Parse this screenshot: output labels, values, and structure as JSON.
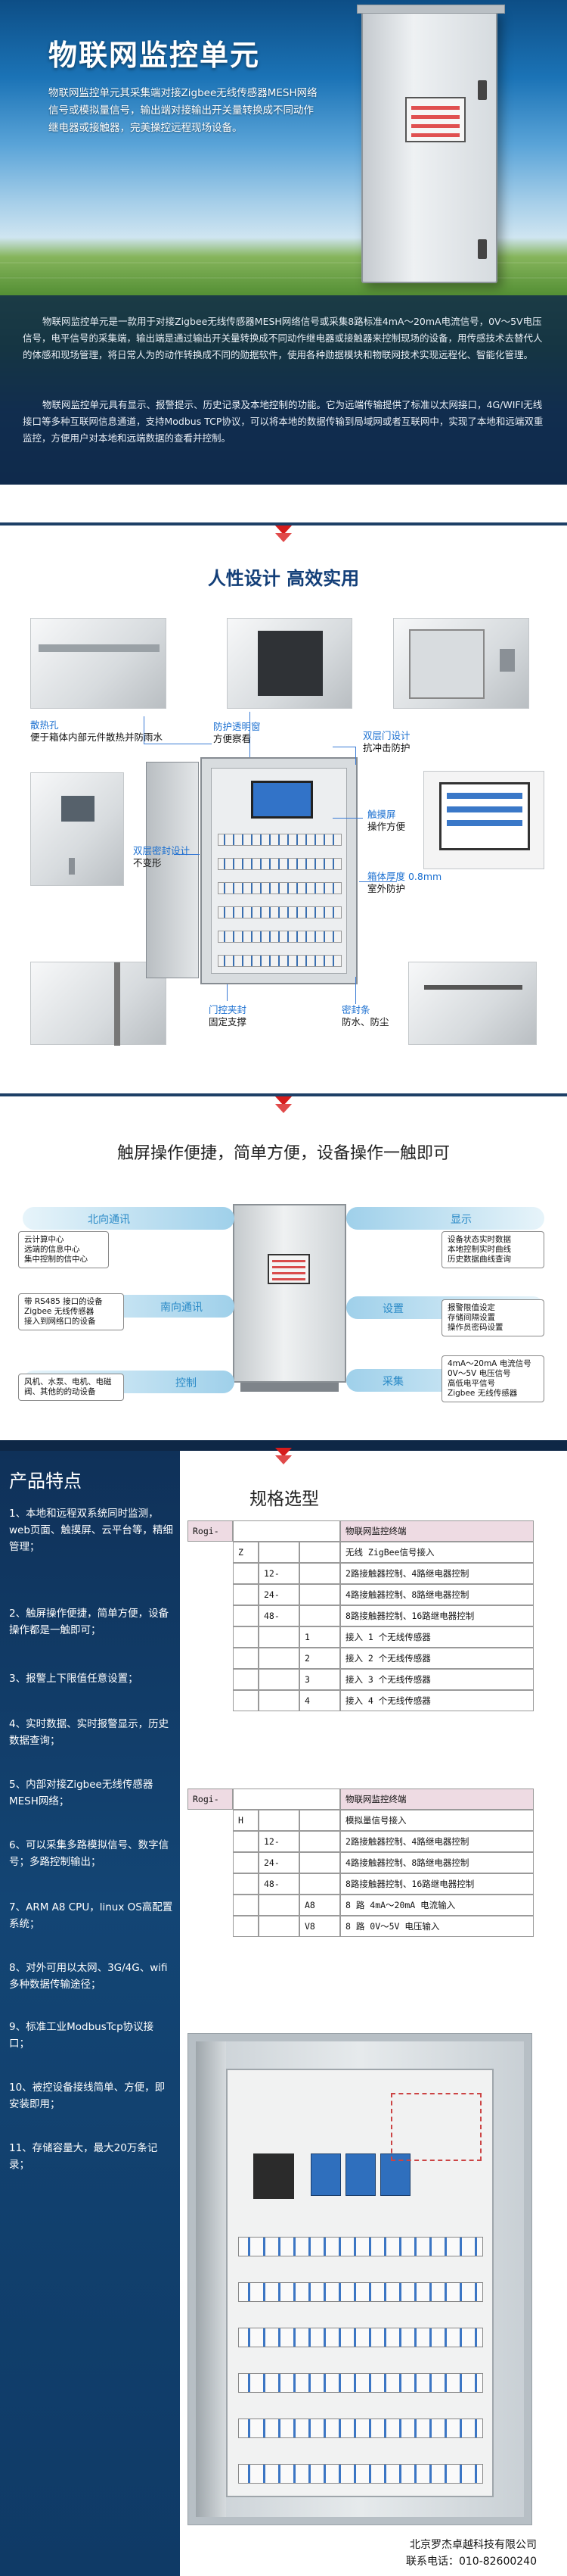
{
  "hero": {
    "title": "物联网监控单元",
    "lead": "物联网监控单元其采集端对接Zigbee无线传感器MESH网络信号或模拟量信号，输出端对接输出开关量转换成不同动作继电器或接触器，完美操控远程现场设备。",
    "intro": [
      "物联网监控单元是一款用于对接Zigbee无线传感器MESH网络信号或采集8路标准4mA～20mA电流信号，0V～5V电压信号，电平信号的采集端，输出端是通过输出开关量转换成不同动作继电器或接触器来控制现场的设备，用传感技术去替代人的体感和现场管理，将日常人为的动作转换成不同的勋据软件，使用各种勋据模块和物联网技术实现远程化、智能化管理。",
      "物联网监控单元具有显示、报警提示、历史记录及本地控制的功能。它为远端传输提供了标准以太网接口，4G/WIFI无线接口等多种互联网信息通道，支持Modbus TCP协议，可以将本地的数据传输到局域网或者互联网中，实现了本地和远端双重监控，方便用户对本地和远端数据的查看并控制。"
    ]
  },
  "design": {
    "title": "人性设计  高效实用",
    "callouts": {
      "vent": {
        "title": "散热孔",
        "desc": "便于箱体内部元件散热并防雨水"
      },
      "window": {
        "title": "防护透明窗",
        "desc": "方便察看"
      },
      "lock": {
        "title": "双层门设计",
        "desc": "抗冲击防护"
      },
      "touch": {
        "title": "触摸屏",
        "desc": "操作方便"
      },
      "door": {
        "title": "双层密封设计",
        "desc": "不变形"
      },
      "shell": {
        "title": "箱体厚度 0.8mm",
        "desc": "室外防护"
      },
      "clamp": {
        "title": "门控夹封",
        "desc": "固定支撑"
      },
      "seal": {
        "title": "密封条",
        "desc": "防水、防尘"
      }
    }
  },
  "touch": {
    "title": "触屏操作便捷，简单方便，设备操作一触即可",
    "labels": {
      "north": "北向通讯",
      "display": "显示",
      "south": "南向通讯",
      "setting": "设置",
      "control": "控制",
      "collect": "采集"
    },
    "boxes": {
      "cloud": [
        "云计算中心",
        "远端的信息中心",
        "集中控制的信中心"
      ],
      "rs485": [
        "带 RS485 接口的设备",
        "Zigbee 无线传感器",
        "接入到网络口的设备"
      ],
      "ctrl": [
        "风机、水泵、电机、电磁阀、其他的的动设备"
      ],
      "disp": [
        "设备状态实时数据",
        "本地控制实时曲线",
        "历史数据曲线查询"
      ],
      "set": [
        "报警限值设定",
        "存储间隔设置",
        "操作员密码设置"
      ],
      "coll": [
        "4mA～20mA 电流信号",
        "0V～5V 电压信号",
        "高低电平信号",
        "Zigbee 无线传感器"
      ]
    }
  },
  "features": {
    "title": "产品特点",
    "items": [
      "1、本地和远程双系统同时监测，web页面、触摸屏、云平台等，精细管理；",
      "2、触屏操作便捷，简单方便，设备操作都是一触即可；",
      "3、报警上下限值任意设置；",
      "4、实时数据、实时报警显示，历史数据查询；",
      "5、内部对接Zigbee无线传感器MESH网络；",
      "6、可以采集多路模拟信号、数字信号；多路控制输出；",
      "7、ARM A8 CPU，linux OS高配置系统；",
      "8、对外可用以太网、3G/4G、wifi多种数据传输途径；",
      "9、标准工业ModbusTcp协议接口；",
      "10、被控设备接线简单、方便，即安装即用；",
      "11、存储容量大，最大20万条记录；"
    ]
  },
  "spec": {
    "title": "规格选型",
    "table1": {
      "code": "Rogi-",
      "name": "物联网监控终端",
      "rows": [
        {
          "c2": "Z",
          "c3": "",
          "c4": "",
          "desc": "无线 ZigBee信号接入"
        },
        {
          "c2": "",
          "c3": "12-",
          "c4": "",
          "desc": "2路接触器控制、4路继电器控制"
        },
        {
          "c2": "",
          "c3": "24-",
          "c4": "",
          "desc": "4路接触器控制、8路继电器控制"
        },
        {
          "c2": "",
          "c3": "48-",
          "c4": "",
          "desc": "8路接触器控制、16路继电器控制"
        },
        {
          "c2": "",
          "c3": "",
          "c4": "1",
          "desc": "接入 1 个无线传感器"
        },
        {
          "c2": "",
          "c3": "",
          "c4": "2",
          "desc": "接入 2 个无线传感器"
        },
        {
          "c2": "",
          "c3": "",
          "c4": "3",
          "desc": "接入 3 个无线传感器"
        },
        {
          "c2": "",
          "c3": "",
          "c4": "4",
          "desc": "接入 4 个无线传感器"
        }
      ]
    },
    "table2": {
      "code": "Rogi-",
      "name": "物联网监控终端",
      "rows": [
        {
          "c2": "H",
          "c3": "",
          "c4": "",
          "desc": "模拟量信号接入"
        },
        {
          "c2": "",
          "c3": "12-",
          "c4": "",
          "desc": "2路接触器控制、4路继电器控制"
        },
        {
          "c2": "",
          "c3": "24-",
          "c4": "",
          "desc": "4路接触器控制、8路继电器控制"
        },
        {
          "c2": "",
          "c3": "48-",
          "c4": "",
          "desc": "8路接触器控制、16路继电器控制"
        },
        {
          "c2": "",
          "c3": "",
          "c4": "A8",
          "desc": "8 路 4mA～20mA 电流输入"
        },
        {
          "c2": "",
          "c3": "",
          "c4": "V8",
          "desc": "8 路 0V～5V 电压输入"
        }
      ]
    }
  },
  "footer": {
    "company": "北京罗杰卓越科技有限公司",
    "phone": "联系电话：010-82600240"
  }
}
